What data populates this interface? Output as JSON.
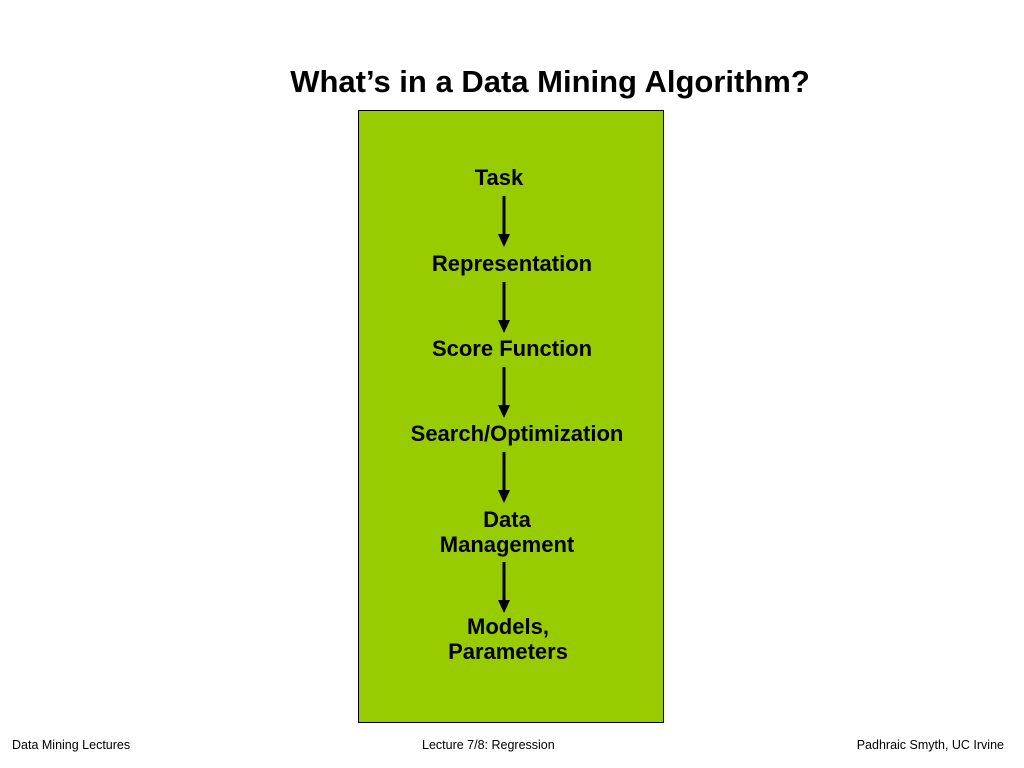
{
  "slide": {
    "title": "What’s in a Data Mining Algorithm?"
  },
  "colors": {
    "panel_fill": "#99CC00",
    "panel_border": "#000000",
    "text": "#000000"
  },
  "flow": {
    "steps": [
      {
        "lines": [
          "Task"
        ]
      },
      {
        "lines": [
          "Representation"
        ]
      },
      {
        "lines": [
          "Score Function"
        ]
      },
      {
        "lines": [
          "Search/Optimization"
        ]
      },
      {
        "lines": [
          "Data",
          "Management"
        ]
      },
      {
        "lines": [
          "Models,",
          "Parameters"
        ]
      }
    ]
  },
  "footer": {
    "left": "Data Mining Lectures",
    "center": "Lecture 7/8: Regression",
    "right": "Padhraic Smyth, UC Irvine"
  }
}
